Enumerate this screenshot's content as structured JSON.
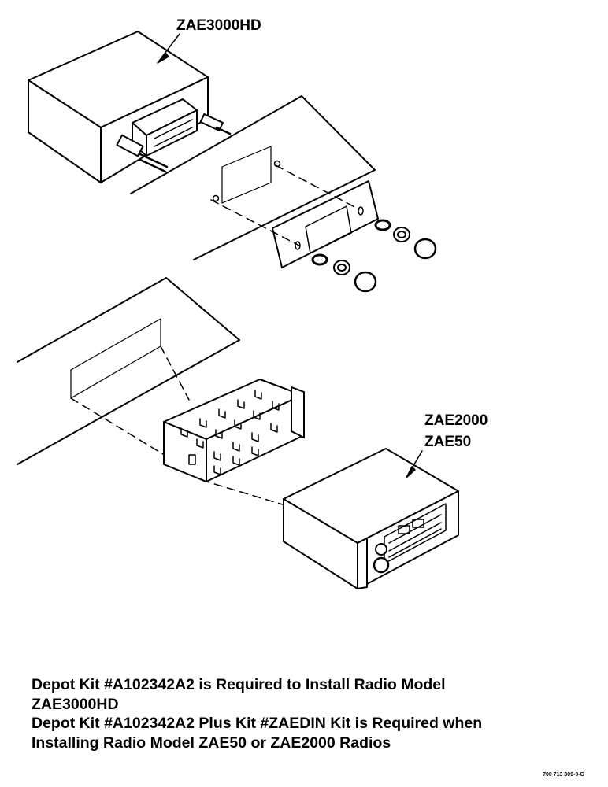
{
  "labels": {
    "top_radio": "ZAE3000HD",
    "bottom_radio_line1": "ZAE2000",
    "bottom_radio_line2": "ZAE50"
  },
  "notes": {
    "line1": "Depot Kit #A102342A2 is Required to Install Radio Model",
    "line2": "ZAE3000HD",
    "line3": "Depot Kit #A102342A2 Plus Kit #ZAEDIN Kit is Required when",
    "line4": "Installing Radio Model ZAE50 or ZAE2000 Radios"
  },
  "figure_ref": "700 713 309-0-G",
  "colors": {
    "ink": "#000000",
    "paper": "#ffffff"
  }
}
